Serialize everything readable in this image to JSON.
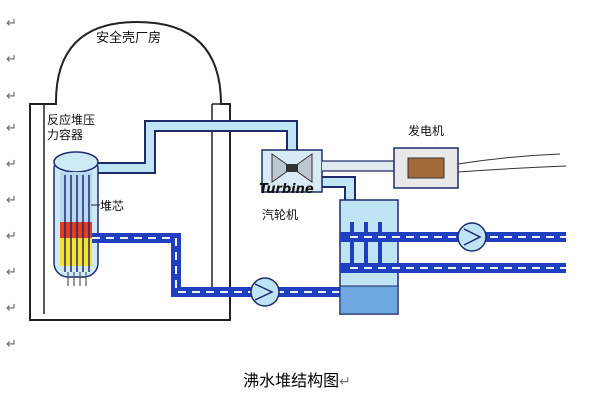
{
  "labels": {
    "containment": "安全壳厂房",
    "vessel_line1": "反应堆压",
    "vessel_line2": "力容器",
    "core": "堆芯",
    "turbine_word": "Turbine",
    "turbine": "汽轮机",
    "generator": "发电机"
  },
  "caption": {
    "text": "沸水堆结构图",
    "mark": "↵"
  },
  "paragraph_mark": "↵",
  "colors": {
    "steam_pipe": "#bfe4f5",
    "water_pipe": "#1f3fbf",
    "pipe_edge": "#1e2a6b",
    "water_dash": "#e9f0ff",
    "core_hot": "#e53b1e",
    "core_warm": "#f7e12a"
  }
}
